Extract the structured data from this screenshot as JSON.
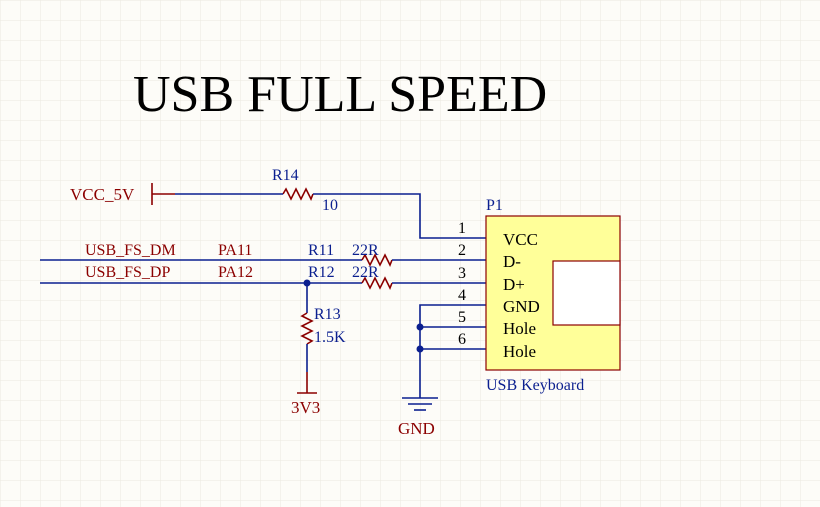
{
  "title": "USB FULL SPEED",
  "colors": {
    "background": "#fdfcf8",
    "grid": "#ece9e0",
    "wire": "#0b1f8f",
    "component": "#8b0000",
    "connector_fill": "#ffff99",
    "connector_border": "#8b0000"
  },
  "power": {
    "vcc": "VCC_5V",
    "v3": "3V3",
    "gnd": "GND"
  },
  "nets": {
    "dm": "USB_FS_DM",
    "dp": "USB_FS_DP",
    "dm_port": "PA11",
    "dp_port": "PA12"
  },
  "resistors": [
    {
      "designator": "R14",
      "value": "10"
    },
    {
      "designator": "R11",
      "value": "22R"
    },
    {
      "designator": "R12",
      "value": "22R"
    },
    {
      "designator": "R13",
      "value": "1.5K"
    }
  ],
  "connector": {
    "designator": "P1",
    "comment": "USB Keyboard",
    "pins": [
      {
        "number": "1",
        "name": "VCC"
      },
      {
        "number": "2",
        "name": "D-"
      },
      {
        "number": "3",
        "name": "D+"
      },
      {
        "number": "4",
        "name": "GND"
      },
      {
        "number": "5",
        "name": "Hole"
      },
      {
        "number": "6",
        "name": "Hole"
      }
    ]
  }
}
